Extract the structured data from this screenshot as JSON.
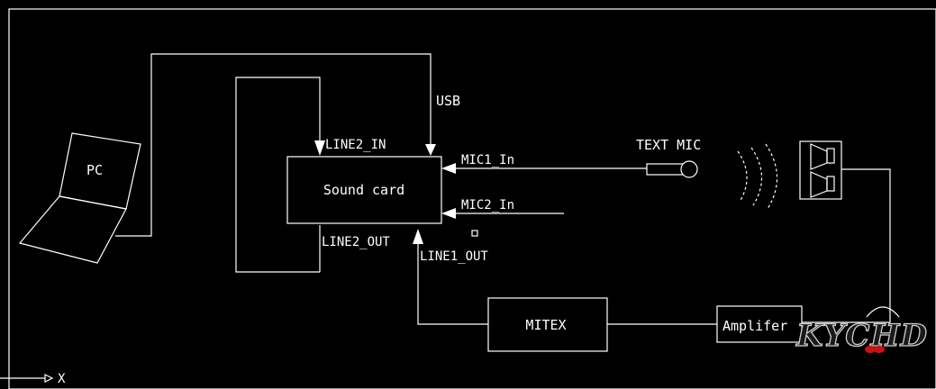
{
  "diagram": {
    "nodes": {
      "pc": "PC",
      "sound_card": "Sound card",
      "text_mic": "TEXT MIC",
      "mitex": "MITEX",
      "amplifier": "Amplifer"
    },
    "ports": {
      "usb": "USB",
      "line2_in": "LINE2_IN",
      "mic1_in": "MIC1_In",
      "mic2_in": "MIC2_In",
      "line2_out": "LINE2_OUT",
      "line1_out": "LINE1_OUT"
    },
    "axis": {
      "x_label": "X"
    },
    "watermark": "KYCHD"
  },
  "colors": {
    "background": "#000000",
    "line": "#ffffff",
    "watermark_accent": "#cc1111"
  }
}
